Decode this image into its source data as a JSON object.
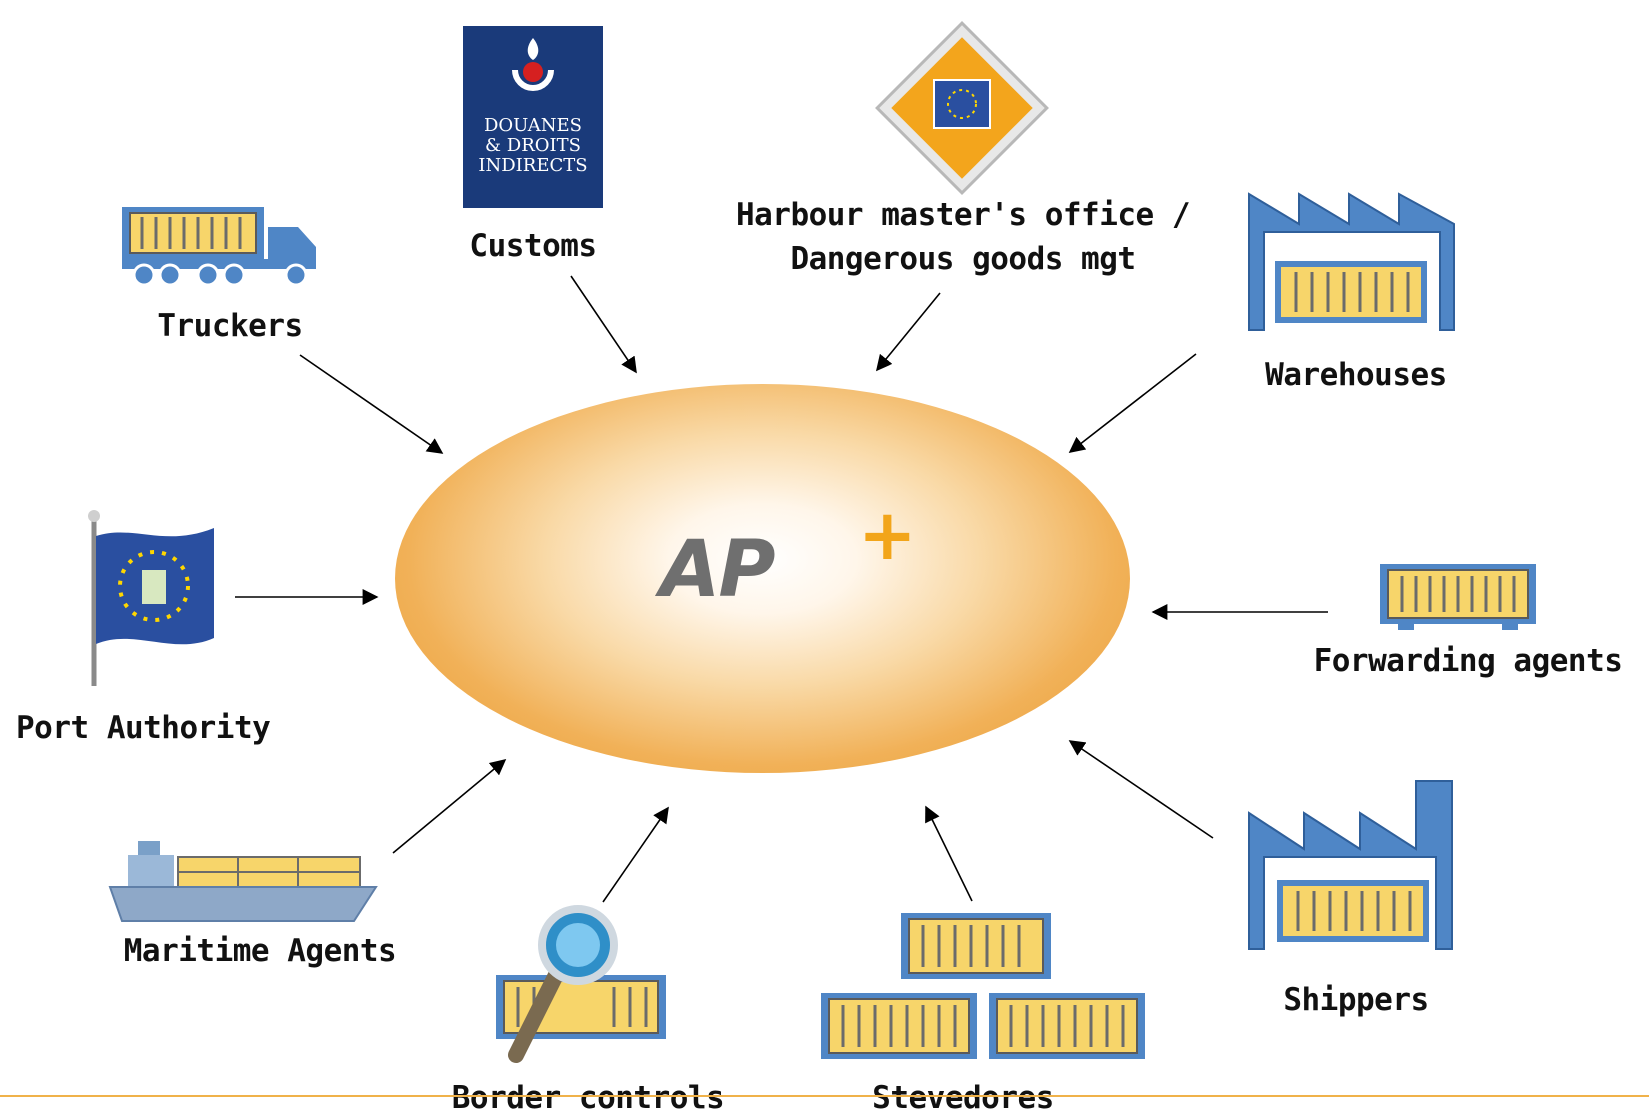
{
  "hub": {
    "logo_text": "AP",
    "logo_mark": "+"
  },
  "nodes": {
    "customs": {
      "label": "Customs",
      "icon": "customs-logo-icon"
    },
    "harbour": {
      "label_line1": "Harbour master's office /",
      "label_line2": "Dangerous goods mgt",
      "icon": "harbour-diamond-icon"
    },
    "truckers": {
      "label": "Truckers",
      "icon": "truck-icon"
    },
    "warehouses": {
      "label": "Warehouses",
      "icon": "warehouse-icon"
    },
    "port_authority": {
      "label": "Port Authority",
      "icon": "flag-icon"
    },
    "forwarding": {
      "label": "Forwarding agents",
      "icon": "container-icon"
    },
    "maritime": {
      "label": "Maritime Agents",
      "icon": "ship-icon"
    },
    "border": {
      "label": "Border controls",
      "icon": "magnifier-containers-icon"
    },
    "stevedores": {
      "label": "Stevedores",
      "icon": "stacked-containers-icon"
    },
    "shippers": {
      "label": "Shippers",
      "icon": "factory-icon"
    }
  },
  "customs_logo": {
    "line1": "DOUANES",
    "line2": "& DROITS",
    "line3": "INDIRECTS"
  },
  "colors": {
    "hub_outer": "#e99a2e",
    "accent": "#f2a51a",
    "container_fill": "#f7d56a",
    "icon_blue": "#4f86c6"
  }
}
